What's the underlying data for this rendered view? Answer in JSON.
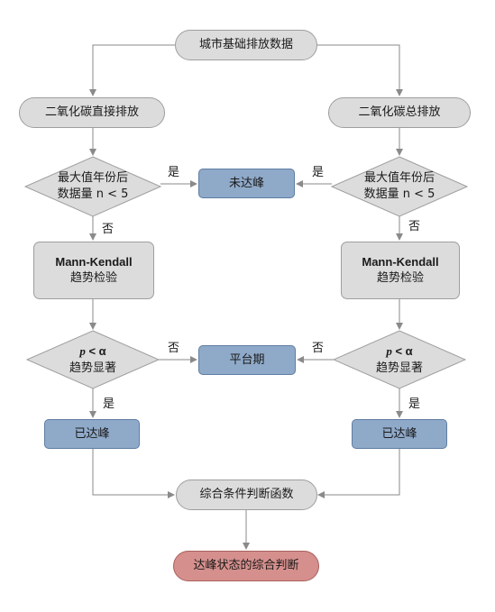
{
  "nodes": {
    "start": "城市基础排放数据",
    "left_source": "二氧化碳直接排放",
    "right_source": "二氧化碳总排放",
    "left_check": {
      "line1": "最大值年份后",
      "line2": "数据量 n < 5"
    },
    "right_check": {
      "line1": "最大值年份后",
      "line2": "数据量 n < 5"
    },
    "not_peaked": "未达峰",
    "left_mk": {
      "line1": "Mann-Kendall",
      "line2": "趋势检验"
    },
    "right_mk": {
      "line1": "Mann-Kendall",
      "line2": "趋势检验"
    },
    "left_sig": {
      "p": "p",
      "rest": " < α",
      "line2": "趋势显著"
    },
    "right_sig": {
      "p": "p",
      "rest": " < α",
      "line2": "趋势显著"
    },
    "plateau": "平台期",
    "left_peaked": "已达峰",
    "right_peaked": "已达峰",
    "combine": "综合条件判断函数",
    "final": "达峰状态的综合判断"
  },
  "edge_labels": {
    "yes_left_1": "是",
    "yes_right_1": "是",
    "no_left_1": "否",
    "no_right_1": "否",
    "no_left_2": "否",
    "no_right_2": "否",
    "yes_left_2": "是",
    "yes_right_2": "是"
  },
  "colors": {
    "gray_fill": "#dcdcdc",
    "blue_fill": "#8fa9c9",
    "red_fill": "#d58f8c",
    "line": "#8a8a8a"
  }
}
